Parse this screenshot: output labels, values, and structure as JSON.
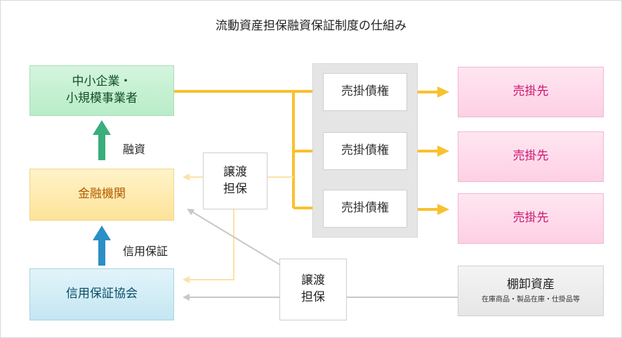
{
  "title": "流動資産担保融資保証制度の仕組み",
  "sme": {
    "line1": "中小企業・",
    "line2": "小規模事業者"
  },
  "financial_institution": "金融機関",
  "guarantee_association": "信用保証協会",
  "financing_label": "融資",
  "credit_guarantee_label": "信用保証",
  "receivables": [
    "売掛債権",
    "売掛債権",
    "売掛債権"
  ],
  "customers": [
    "売掛先",
    "売掛先",
    "売掛先"
  ],
  "transfer_collateral": [
    {
      "line1": "譲渡",
      "line2": "担保"
    },
    {
      "line1": "譲渡",
      "line2": "担保"
    }
  ],
  "inventory": {
    "title": "棚卸資産",
    "detail": "在庫商品・製品在庫・仕掛品等"
  },
  "colors": {
    "yellow_line": "#f9c12e",
    "light_yellow_line": "#fbe3a6",
    "gray_line": "#c8c8c8",
    "green_arrow": "#3aae7c",
    "blue_arrow": "#2b8fc6",
    "customer_text": "#cc1670"
  }
}
